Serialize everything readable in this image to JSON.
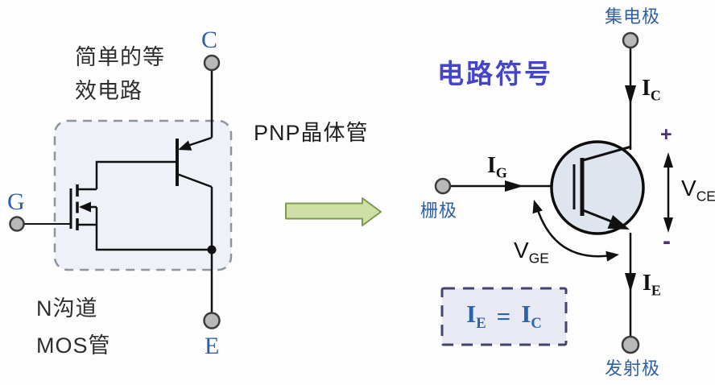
{
  "left_panel": {
    "caption": [
      "简单的等",
      "效电路"
    ],
    "terminals": {
      "c": "C",
      "g": "G",
      "e": "E"
    },
    "pnp_label": "PNP晶体管",
    "mos_caption": [
      "N沟道",
      "MOS管"
    ]
  },
  "right_panel": {
    "title": "电路符号",
    "collector_label": "集电极",
    "gate_label": "栅极",
    "emitter_label": "发射极",
    "ic": {
      "base": "I",
      "sub": "C"
    },
    "ig": {
      "base": "I",
      "sub": "G"
    },
    "ie": {
      "base": "I",
      "sub": "E"
    },
    "vce": {
      "base": "V",
      "sub": "CE",
      "plus": "+",
      "minus": "-"
    },
    "vge": {
      "base": "V",
      "sub": "GE"
    },
    "equation": {
      "lhs_base": "I",
      "lhs_sub": "E",
      "eq": "=",
      "rhs_base": "I",
      "rhs_sub": "C"
    }
  },
  "colors": {
    "terminal_letter_blue": "#2e5ea6",
    "electrode_label_blue": "#2f5fa5",
    "title_blue_violet": "#4545cc",
    "equation_blue": "#2a64ad",
    "polarity_purple": "#4b2f7e",
    "wire_black": "#111111",
    "symbol_circle_fill": "#dfe5ef",
    "dashed_box_fill": "#eef1f7",
    "dashed_box_stroke": "#8f949e",
    "equation_box_fill": "#e9e9f3",
    "equation_box_stroke": "#44446e",
    "terminal_fill": "#b9b9b9",
    "green_arrow_fill": "#cfe0a6",
    "green_arrow_stroke": "#7d9a50"
  }
}
